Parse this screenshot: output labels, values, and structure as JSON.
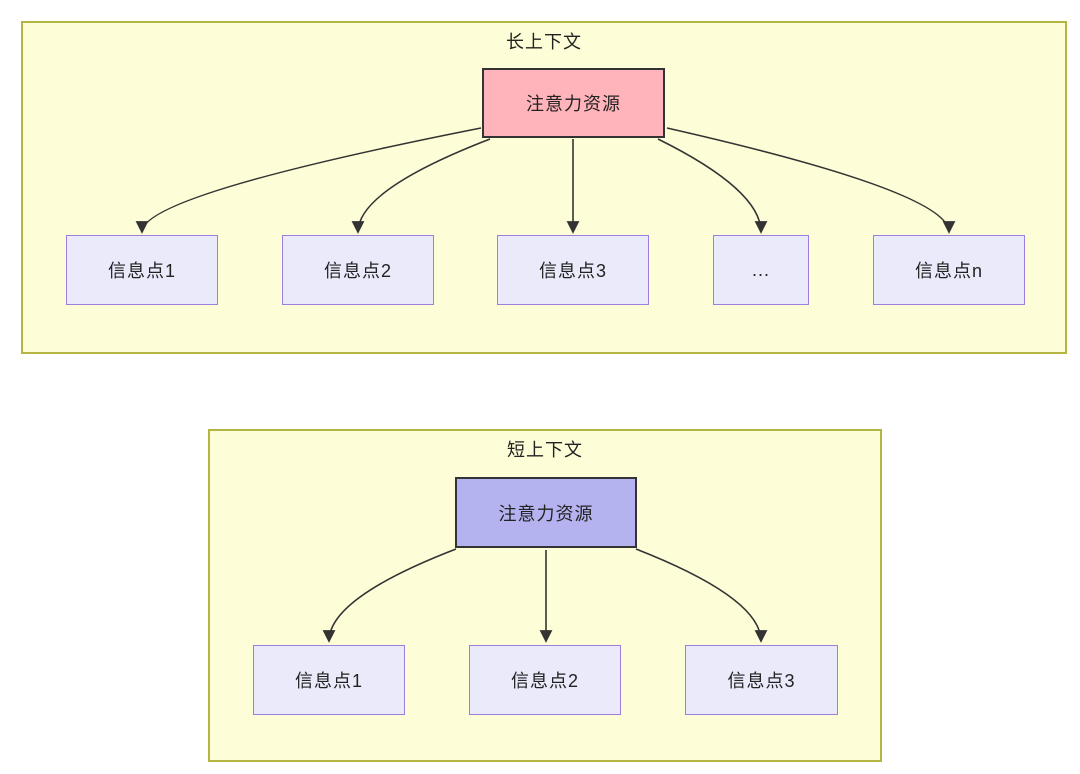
{
  "panels": [
    {
      "title": "长上下文",
      "root": {
        "label": "注意力资源"
      },
      "children": [
        {
          "label": "信息点1"
        },
        {
          "label": "信息点2"
        },
        {
          "label": "信息点3"
        },
        {
          "label": "..."
        },
        {
          "label": "信息点n"
        }
      ]
    },
    {
      "title": "短上下文",
      "root": {
        "label": "注意力资源"
      },
      "children": [
        {
          "label": "信息点1"
        },
        {
          "label": "信息点2"
        },
        {
          "label": "信息点3"
        }
      ]
    }
  ],
  "colors": {
    "panel_bg": "#fdfdd8",
    "panel_border": "#b5b543",
    "attention_long_bg": "#ffb3ba",
    "attention_short_bg": "#b5b2f0",
    "info_bg": "#eaeafb",
    "info_border": "#9f7fdd",
    "node_border": "#333333",
    "arrow": "#333333"
  }
}
